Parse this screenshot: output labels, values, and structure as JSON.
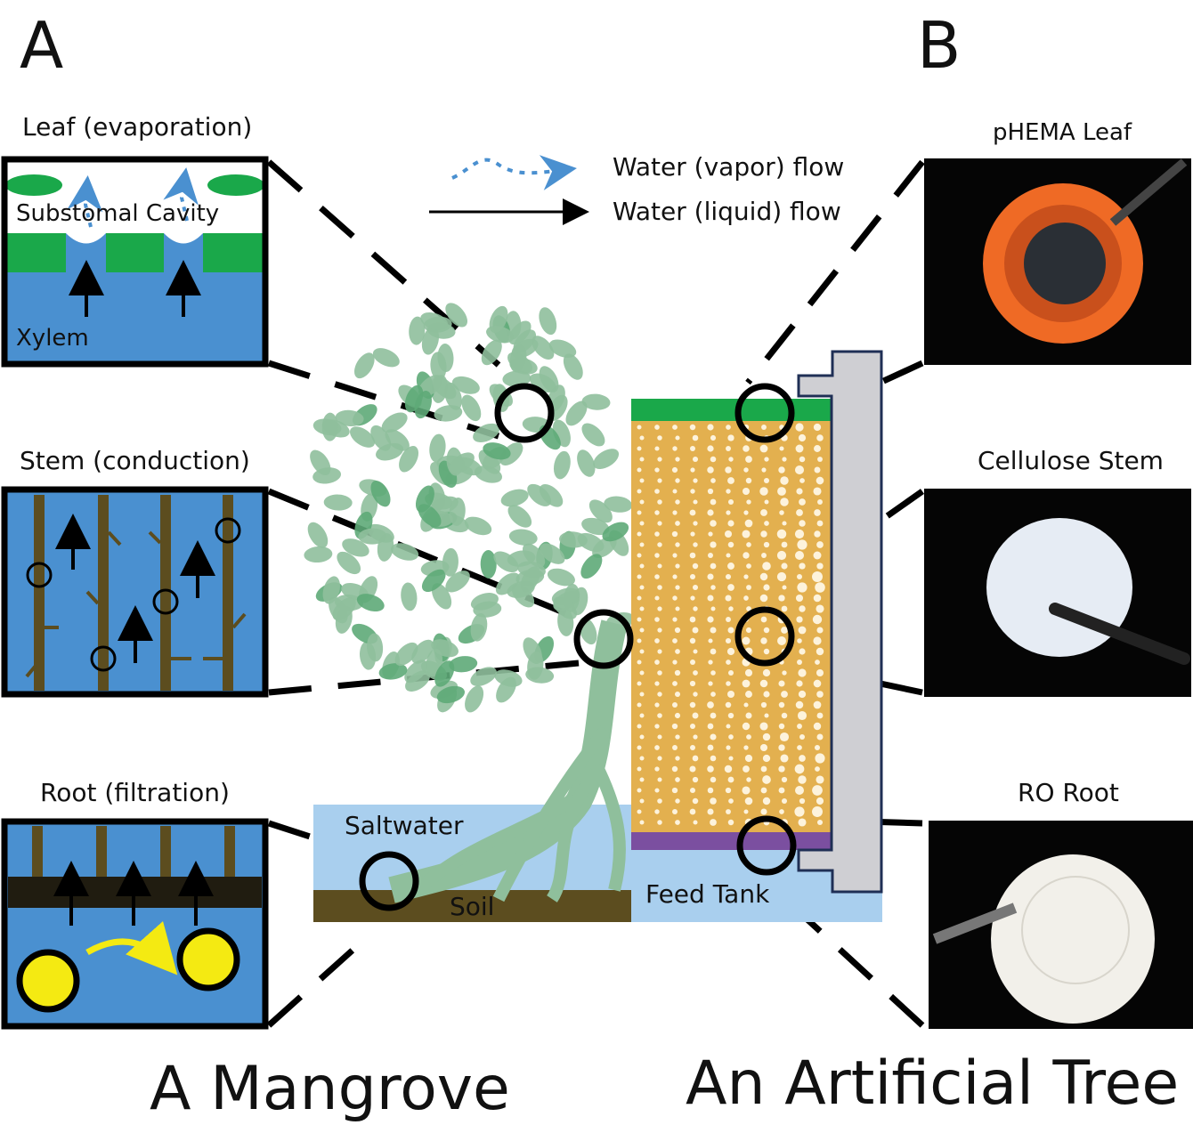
{
  "panel_labels": {
    "a": "A",
    "b": "B"
  },
  "legend": {
    "vapor": "Water (vapor) flow",
    "liquid": "Water (liquid) flow"
  },
  "mangrove": {
    "title": "A Mangrove",
    "leaf": {
      "title": "Leaf (evaporation)",
      "cavity": "Substomal Cavity",
      "xylem": "Xylem"
    },
    "stem": {
      "title": "Stem (conduction)"
    },
    "root": {
      "title": "Root (filtration)"
    },
    "saltwater": "Saltwater",
    "soil": "Soil"
  },
  "artificial": {
    "title": "An Artificial Tree",
    "leaf": "pHEMA Leaf",
    "stem": "Cellulose Stem",
    "root": "RO Root",
    "feed_tank": "Feed Tank"
  },
  "colors": {
    "green": "#1aa84a",
    "blue": "#4a90d0",
    "light_blue": "#a9cfee",
    "soil": "#5c4d1f",
    "stem_tan": "#e3b04f",
    "purple": "#7b4fa0",
    "foliage": "#8fbf9c",
    "yellow": "#f4ea12",
    "orange": "#ef6a25"
  }
}
